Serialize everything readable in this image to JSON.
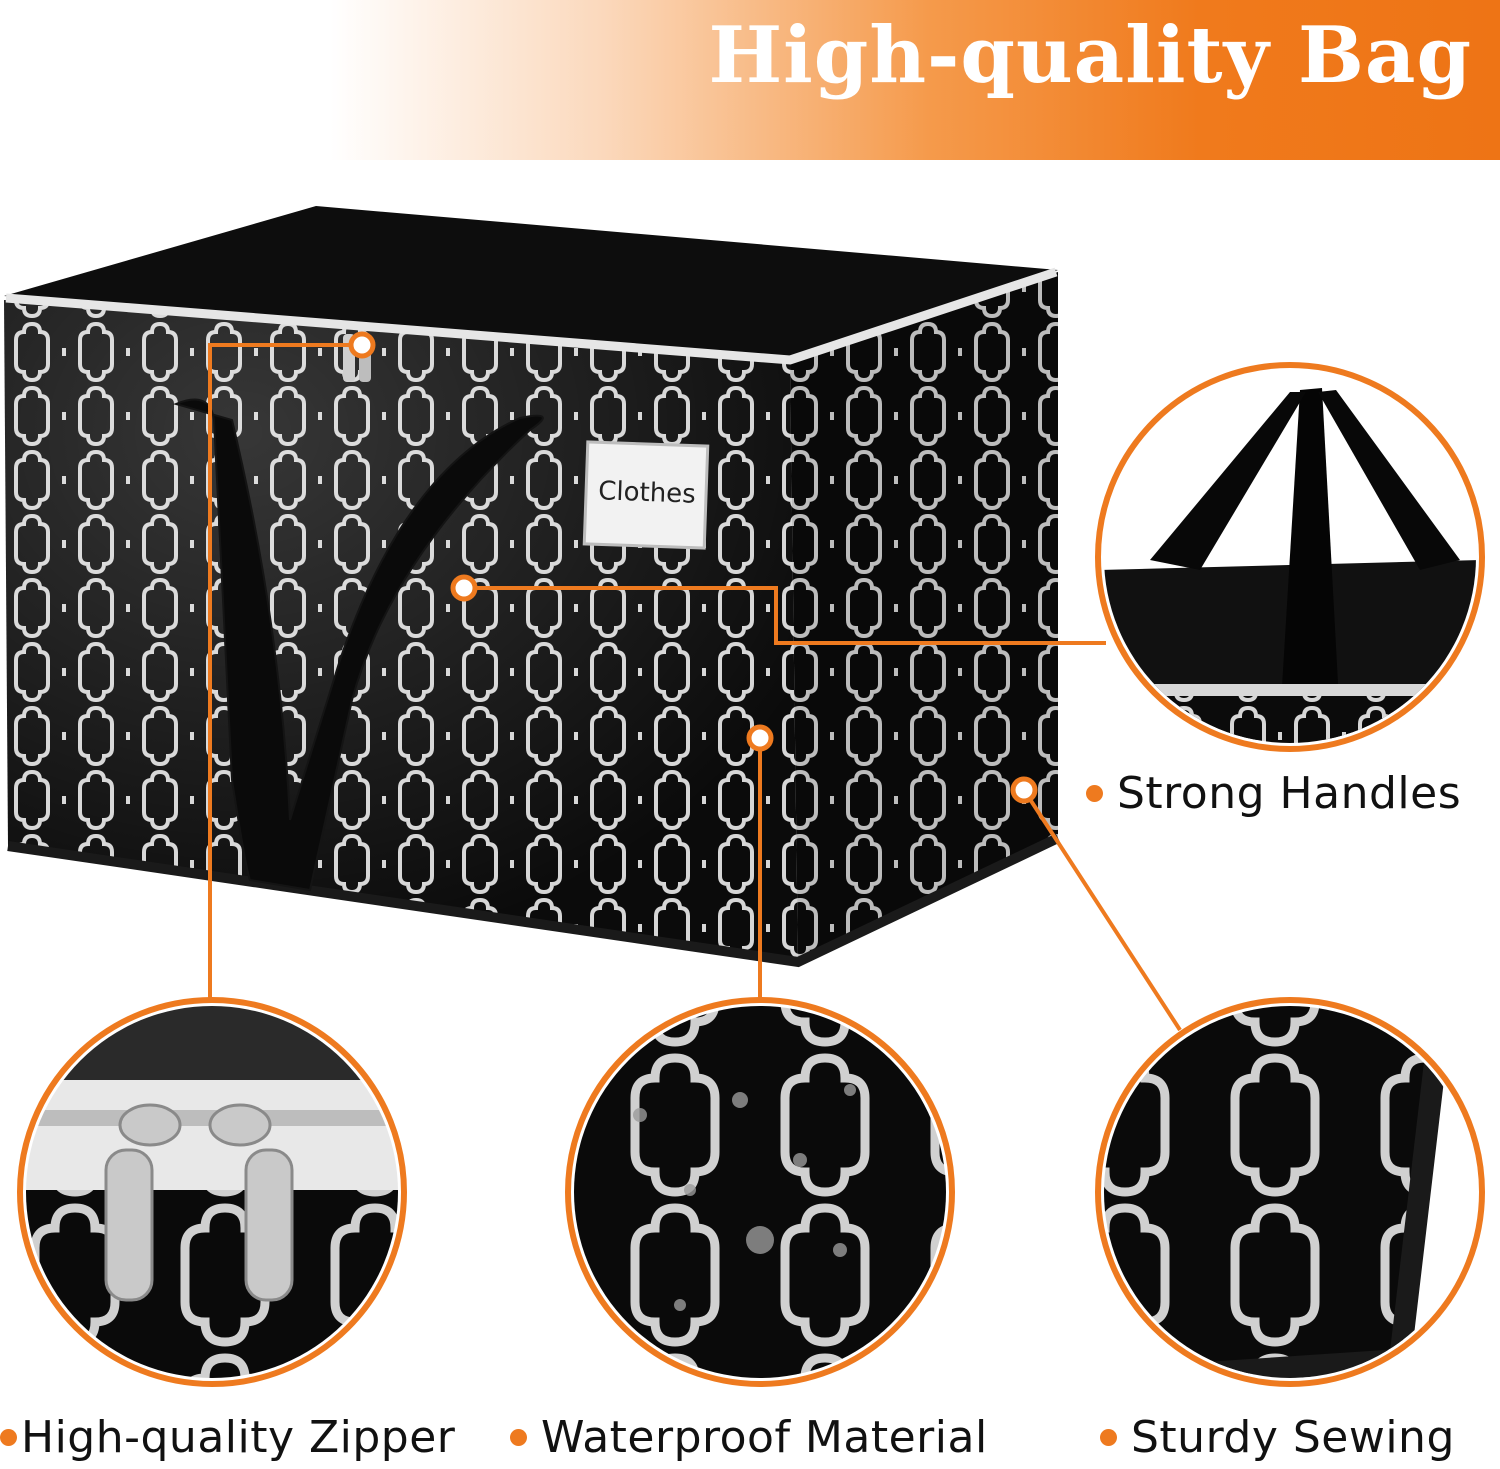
{
  "header": {
    "title": "High-quality Bag"
  },
  "bag": {
    "tag_label": "Clothes"
  },
  "features": [
    {
      "label": "Strong Handles"
    },
    {
      "label": "High-quality Zipper"
    },
    {
      "label": "Waterproof Material"
    },
    {
      "label": "Sturdy Sewing"
    }
  ],
  "colors": {
    "accent": "#ee7415",
    "bag_body": "#0b0b0b",
    "pattern": "#d9d9d9",
    "text": "#111111"
  },
  "icons": [
    "zipper-pull-icon",
    "water-droplet-icon",
    "callout-dot-icon",
    "bullet-icon"
  ]
}
